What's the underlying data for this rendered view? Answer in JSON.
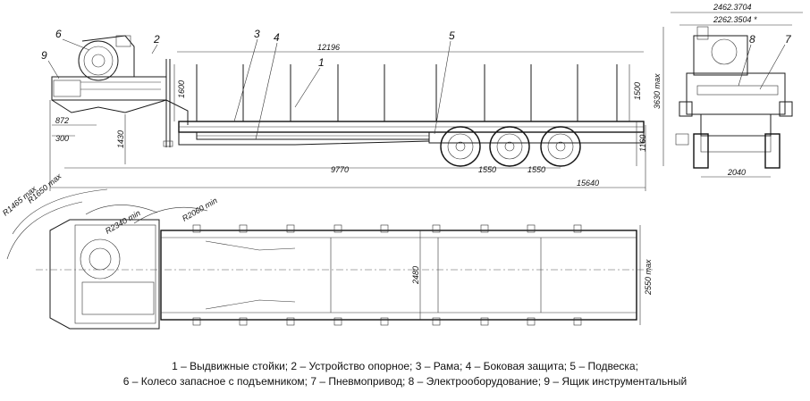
{
  "callouts": [
    "1",
    "2",
    "3",
    "4",
    "5",
    "6",
    "7",
    "8",
    "9"
  ],
  "dimensions": {
    "overall_length": "15640",
    "platform_length": "12196",
    "rear_section": "9770",
    "axle_spacing_1": "1550",
    "axle_spacing_2": "1550",
    "kingpin_offset": "872",
    "front_offset": "300",
    "coupling_height": "1430",
    "stake_height": "1600",
    "rear_stake_height": "1500",
    "deck_height": "1160",
    "total_height": "3630 max",
    "overall_width": "2462.3704",
    "inner_width": "2262.3504 *",
    "track_width": "2040",
    "frame_width": "2480",
    "max_width": "2550 max",
    "radius_1": "R1650 max",
    "radius_2": "R1465 max",
    "radius_3": "R2340 min",
    "radius_4": "R2060 min"
  },
  "legend": {
    "line1": "1 – Выдвижные стойки; 2 – Устройство опорное; 3 – Рама; 4 – Боковая защита; 5 – Подвеска;",
    "line2": "6 – Колесо запасное с подъемником; 7 – Пневмопривод; 8 – Электрооборудование; 9 – Ящик инструментальный"
  }
}
